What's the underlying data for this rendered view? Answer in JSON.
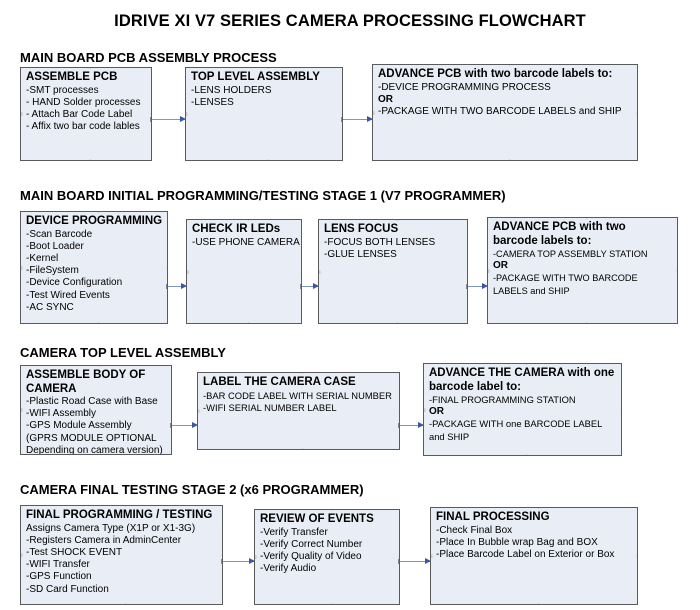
{
  "document": {
    "title": "IDRIVE XI V7 SERIES CAMERA PROCESSING FLOWCHART"
  },
  "sections": [
    {
      "id": "main-board-pcb-assembly-process",
      "header": "MAIN BOARD PCB ASSEMBLY PROCESS",
      "boxes": [
        {
          "id": "assemble-pcb",
          "title": "ASSEMBLE PCB",
          "lines": [
            " -SMT processes",
            " - HAND Solder processes",
            " - Attach Bar Code Label",
            " - Affix two bar code lables"
          ]
        },
        {
          "id": "top-level-assembly",
          "title": "TOP LEVEL ASSEMBLY",
          "lines": [
            "-LENS HOLDERS",
            "-LENSES"
          ]
        },
        {
          "id": "advance-pcb-two-barcode-labels",
          "title": "ADVANCE PCB with two barcode labels to:",
          "lines": [
            "-DEVICE PROGRAMMING PROCESS",
            "OR",
            "-PACKAGE WITH TWO BARCODE LABELS and SHIP"
          ],
          "bold_lines": [
            1
          ]
        }
      ]
    },
    {
      "id": "main-board-initial-programming-testing-stage-1",
      "header": "MAIN BOARD INITIAL PROGRAMMING/TESTING STAGE 1 (V7 PROGRAMMER)",
      "boxes": [
        {
          "id": "device-programming",
          "title": "DEVICE PROGRAMMING",
          "lines": [
            "-Scan Barcode",
            "-Boot Loader",
            "-Kernel",
            "-FileSystem",
            "-Device Configuration",
            "-Test Wired Events",
            "-AC SYNC"
          ]
        },
        {
          "id": "check-ir-leds",
          "title": "CHECK IR LEDs",
          "lines": [
            "-USE PHONE CAMERA"
          ]
        },
        {
          "id": "lens-focus",
          "title": "LENS FOCUS",
          "lines": [
            "-FOCUS BOTH LENSES",
            "-GLUE LENSES"
          ]
        },
        {
          "id": "advance-pcb-camera-top-assembly",
          "title": "ADVANCE PCB with two barcode labels to:",
          "lines": [
            "-CAMERA TOP ASSEMBLY STATION",
            "OR",
            "-PACKAGE WITH TWO BARCODE LABELS and SHIP"
          ],
          "bold_lines": [
            1
          ]
        }
      ]
    },
    {
      "id": "camera-top-level-assembly",
      "header": "CAMERA TOP LEVEL ASSEMBLY",
      "boxes": [
        {
          "id": "assemble-body-of-camera",
          "title": "ASSEMBLE BODY OF CAMERA",
          "lines": [
            "-Plastic Road Case with Base",
            "-WIFI Assembly",
            "-GPS Module Assembly",
            "(GPRS MODULE OPTIONAL",
            "Depending on camera version)"
          ]
        },
        {
          "id": "label-the-camera-case",
          "title": "LABEL THE CAMERA CASE",
          "lines": [
            "-BAR CODE LABEL WITH SERIAL NUMBER",
            "-WIFI SERIAL NUMBER LABEL"
          ]
        },
        {
          "id": "advance-the-camera-one-barcode-label",
          "title": "ADVANCE THE CAMERA with one barcode label to:",
          "lines": [
            "-FINAL PROGRAMMING STATION",
            "OR",
            "-PACKAGE WITH one BARCODE LABEL and SHIP"
          ],
          "bold_lines": [
            1
          ]
        }
      ]
    },
    {
      "id": "camera-final-testing-stage-2",
      "header": "CAMERA FINAL TESTING STAGE 2 (x6 PROGRAMMER)",
      "boxes": [
        {
          "id": "final-programming-testing",
          "title": "FINAL PROGRAMMING / TESTING",
          "lines": [
            "Assigns Camera Type (X1P or X1-3G)",
            "-Registers Camera in AdminCenter",
            "-Test SHOCK EVENT",
            "-WIFI Transfer",
            "-GPS Function",
            "-SD Card Function"
          ]
        },
        {
          "id": "review-of-events",
          "title": "REVIEW OF EVENTS",
          "lines": [
            "-Verify Transfer",
            "-Verify Correct Number",
            "-Verify Quality of Video",
            "-Verify Audio"
          ]
        },
        {
          "id": "final-processing",
          "title": "FINAL PROCESSING",
          "lines": [
            " -Check Final Box",
            "-Place In Bubble wrap Bag and BOX",
            "-Place Barcode Label on Exterior or Box"
          ]
        }
      ]
    }
  ],
  "colors": {
    "box_fill": "#e9edf5",
    "box_border": "#5a5a5a",
    "connector": "#7f96c4",
    "arrowhead": "#3a55a5",
    "text": "#000000",
    "background": "#ffffff"
  }
}
